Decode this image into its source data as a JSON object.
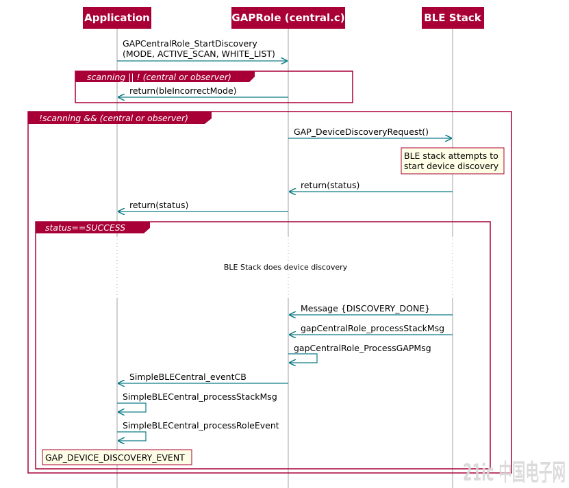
{
  "colors": {
    "participant_fill": "#a80036",
    "frame_border": "#a80036",
    "arrow": "#0e7c86",
    "lifeline": "#a0a0a0",
    "note_fill": "#fefee6",
    "note_border": "#a80036"
  },
  "participants": [
    {
      "id": "app",
      "label": "Application"
    },
    {
      "id": "gap",
      "label": "GAPRole (central.c)"
    },
    {
      "id": "ble",
      "label": "BLE Stack"
    }
  ],
  "messages": [
    {
      "id": "m1",
      "from": "app",
      "to": "gap",
      "lines": [
        "GAPCentralRole_StartDiscovery",
        "(MODE, ACTIVE_SCAN, WHITE_LIST)"
      ]
    },
    {
      "id": "m2",
      "from": "gap",
      "to": "app",
      "lines": [
        "return(bleIncorrectMode)"
      ]
    },
    {
      "id": "m3",
      "from": "gap",
      "to": "ble",
      "lines": [
        "GAP_DeviceDiscoveryRequest()"
      ]
    },
    {
      "id": "m4",
      "from": "ble",
      "to": "gap",
      "lines": [
        "return(status)"
      ]
    },
    {
      "id": "m5",
      "from": "gap",
      "to": "app",
      "lines": [
        "return(status)"
      ]
    },
    {
      "id": "m6",
      "from": "ble",
      "to": "gap",
      "lines": [
        "Message {DISCOVERY_DONE}"
      ]
    },
    {
      "id": "m7",
      "from": "ble",
      "to": "gap",
      "lines": [
        "gapCentralRole_processStackMsg"
      ]
    },
    {
      "id": "m8",
      "from": "gap",
      "to": "gap",
      "lines": [
        "gapCentralRole_ProcessGAPMsg"
      ]
    },
    {
      "id": "m9",
      "from": "gap",
      "to": "app",
      "lines": [
        "SimpleBLECentral_eventCB"
      ]
    },
    {
      "id": "m10",
      "from": "app",
      "to": "app",
      "lines": [
        "SimpleBLECentral_processStackMsg"
      ]
    },
    {
      "id": "m11",
      "from": "app",
      "to": "app",
      "lines": [
        "SimpleBLECentral_processRoleEvent"
      ]
    }
  ],
  "frames": [
    {
      "id": "f1",
      "title": "scanning || ! (central or observer)"
    },
    {
      "id": "f2",
      "title": "!scanning && (central or observer)"
    },
    {
      "id": "f3",
      "title": "status==SUCCESS"
    }
  ],
  "notes": [
    {
      "id": "n1",
      "lines": [
        "BLE stack attempts to",
        "start device discovery"
      ]
    },
    {
      "id": "n2",
      "lines": [
        "GAP_DEVICE_DISCOVERY_EVENT"
      ]
    }
  ],
  "divider": {
    "text": "BLE Stack does device discovery"
  },
  "watermark": {
    "text": "21ic 中国电子网"
  }
}
